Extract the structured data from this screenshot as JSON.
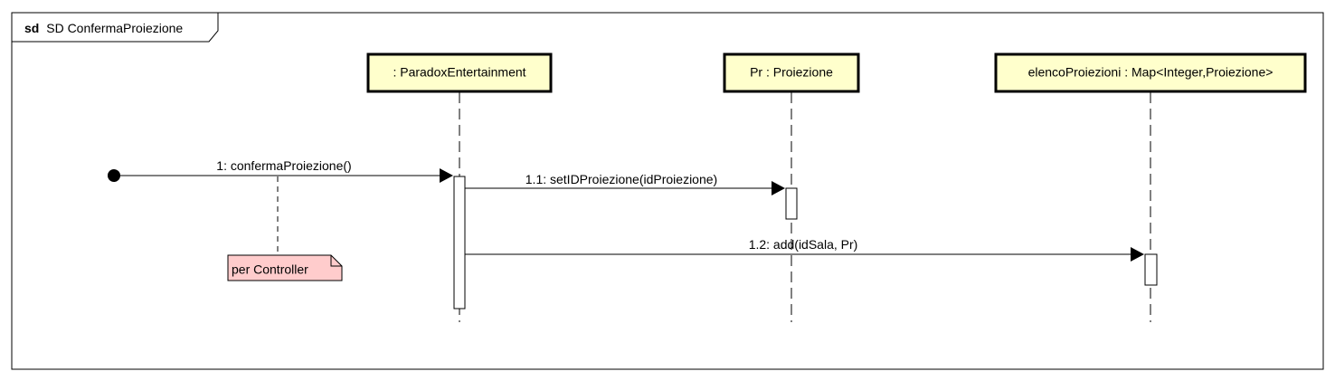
{
  "frame": {
    "keyword": "sd",
    "name": "SD ConfermaProiezione"
  },
  "lifelines": [
    {
      "id": "paradox",
      "label": ": ParadoxEntertainment"
    },
    {
      "id": "pr",
      "label": "Pr : Proiezione"
    },
    {
      "id": "elenco",
      "label": "elencoProiezioni : Map<Integer,Proiezione>"
    }
  ],
  "messages": [
    {
      "id": "m1",
      "label": "1: confermaProiezione()",
      "from": "found",
      "to": "paradox"
    },
    {
      "id": "m11",
      "label": "1.1: setIDProiezione(idProiezione)",
      "from": "paradox",
      "to": "pr"
    },
    {
      "id": "m12",
      "label": "1.2: add(idSala, Pr)",
      "from": "paradox",
      "to": "elenco"
    }
  ],
  "note": {
    "text": "per Controller"
  },
  "colors": {
    "lifeline_fill": "#ffffcc",
    "note_fill": "#ffcccc",
    "line": "#000000"
  }
}
